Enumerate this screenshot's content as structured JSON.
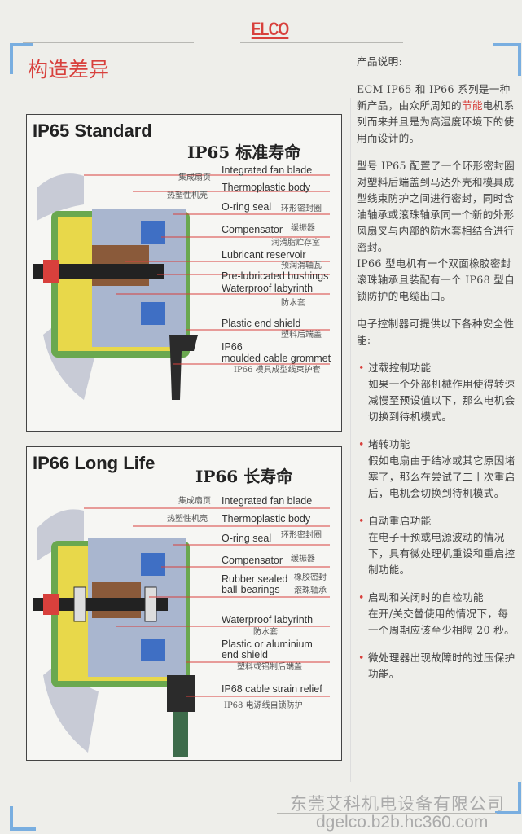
{
  "header": {
    "logo": "ELCO",
    "section_title": "构造差异"
  },
  "ip65": {
    "title": "IP65 Standard",
    "title_cn": "IP65  标准寿命",
    "labels": [
      {
        "en": "Integrated fan blade",
        "cn": "集成扇页"
      },
      {
        "en": "Thermoplastic body",
        "cn": "热塑性机壳"
      },
      {
        "en": "O-ring seal",
        "cn": "环形密封圈"
      },
      {
        "en": "Compensator",
        "cn": "缓振器"
      },
      {
        "en": "Lubricant reservoir",
        "cn": "润滑脂贮存室"
      },
      {
        "en": "Pre-lubricated bushings",
        "cn": "预润滑轴瓦"
      },
      {
        "en": "Waterproof labyrinth",
        "cn": "防水套"
      },
      {
        "en": "Plastic end shield",
        "cn": "塑料后端盖"
      },
      {
        "en": "IP66",
        "en2": "moulded cable grommet",
        "cn": "IP66 模具成型线束护套"
      }
    ]
  },
  "ip66": {
    "title": "IP66 Long Life",
    "title_cn": "IP66  长寿命",
    "labels": [
      {
        "en": "Integrated fan blade",
        "cn": "集成扇页"
      },
      {
        "en": "Thermoplastic body",
        "cn": "热塑性机壳"
      },
      {
        "en": "O-ring seal",
        "cn": "环形密封圈"
      },
      {
        "en": "Compensator",
        "cn": "缓振器"
      },
      {
        "en": "Rubber sealed",
        "en2": "ball-bearings",
        "cn": "橡胶密封",
        "cn2": "滚珠轴承"
      },
      {
        "en": "Waterproof labyrinth",
        "cn": "防水套"
      },
      {
        "en": "Plastic or aluminium",
        "en2": "end shield",
        "cn": "塑料或铝制后端盖"
      },
      {
        "en": "IP68 cable strain relief",
        "cn": "IP68  电源线自锁防护"
      }
    ]
  },
  "description": {
    "heading": "产品说明:",
    "p1_a": "ECM IP65 和 IP66 系列是一种新产品，由众所周知的",
    "p1_highlight": "节能",
    "p1_b": "电机系列而来并且是为高湿度环境下的使用而设计的。",
    "p2": "型号 IP65 配置了一个环形密封圈对塑料后端盖到马达外壳和模具成型线束防护之间进行密封，同时含油轴承或滚珠轴承同一个新的外形风扇叉与内部的防水套相结合进行密封。",
    "p3": "IP66 型电机有一个双面橡胶密封滚珠轴承且装配有一个 IP68 型自锁防护的电缆出口。",
    "p4": "电子控制器可提供以下各种安全性能:",
    "features": [
      {
        "title": "过载控制功能",
        "text": "如果一个外部机械作用使得转速减慢至预设值以下，那么电机会切换到待机模式。"
      },
      {
        "title": "堵转功能",
        "text": "假如电扇由于结冰或其它原因堵塞了，那么在尝试了二十次重启后，电机会切换到待机模式。"
      },
      {
        "title": "自动重启功能",
        "text": "在电子干预或电源波动的情况下，具有微处理机重设和重启控制功能。"
      },
      {
        "title": "启动和关闭时的自检功能",
        "text": "在开/关交替使用的情况下，每一个周期应该至少相隔 20 秒。"
      },
      {
        "title": "微处理器出现故障时的过压保护功能。",
        "text": ""
      }
    ]
  },
  "watermark": {
    "company": "东莞艾科机电设备有限公司",
    "url": "dgelco.b2b.hc360.com"
  },
  "colors": {
    "accent_red": "#d8403c",
    "bracket_blue": "#79aee0",
    "motor_green": "#6aa84f",
    "motor_yellow": "#e8d84a"
  }
}
